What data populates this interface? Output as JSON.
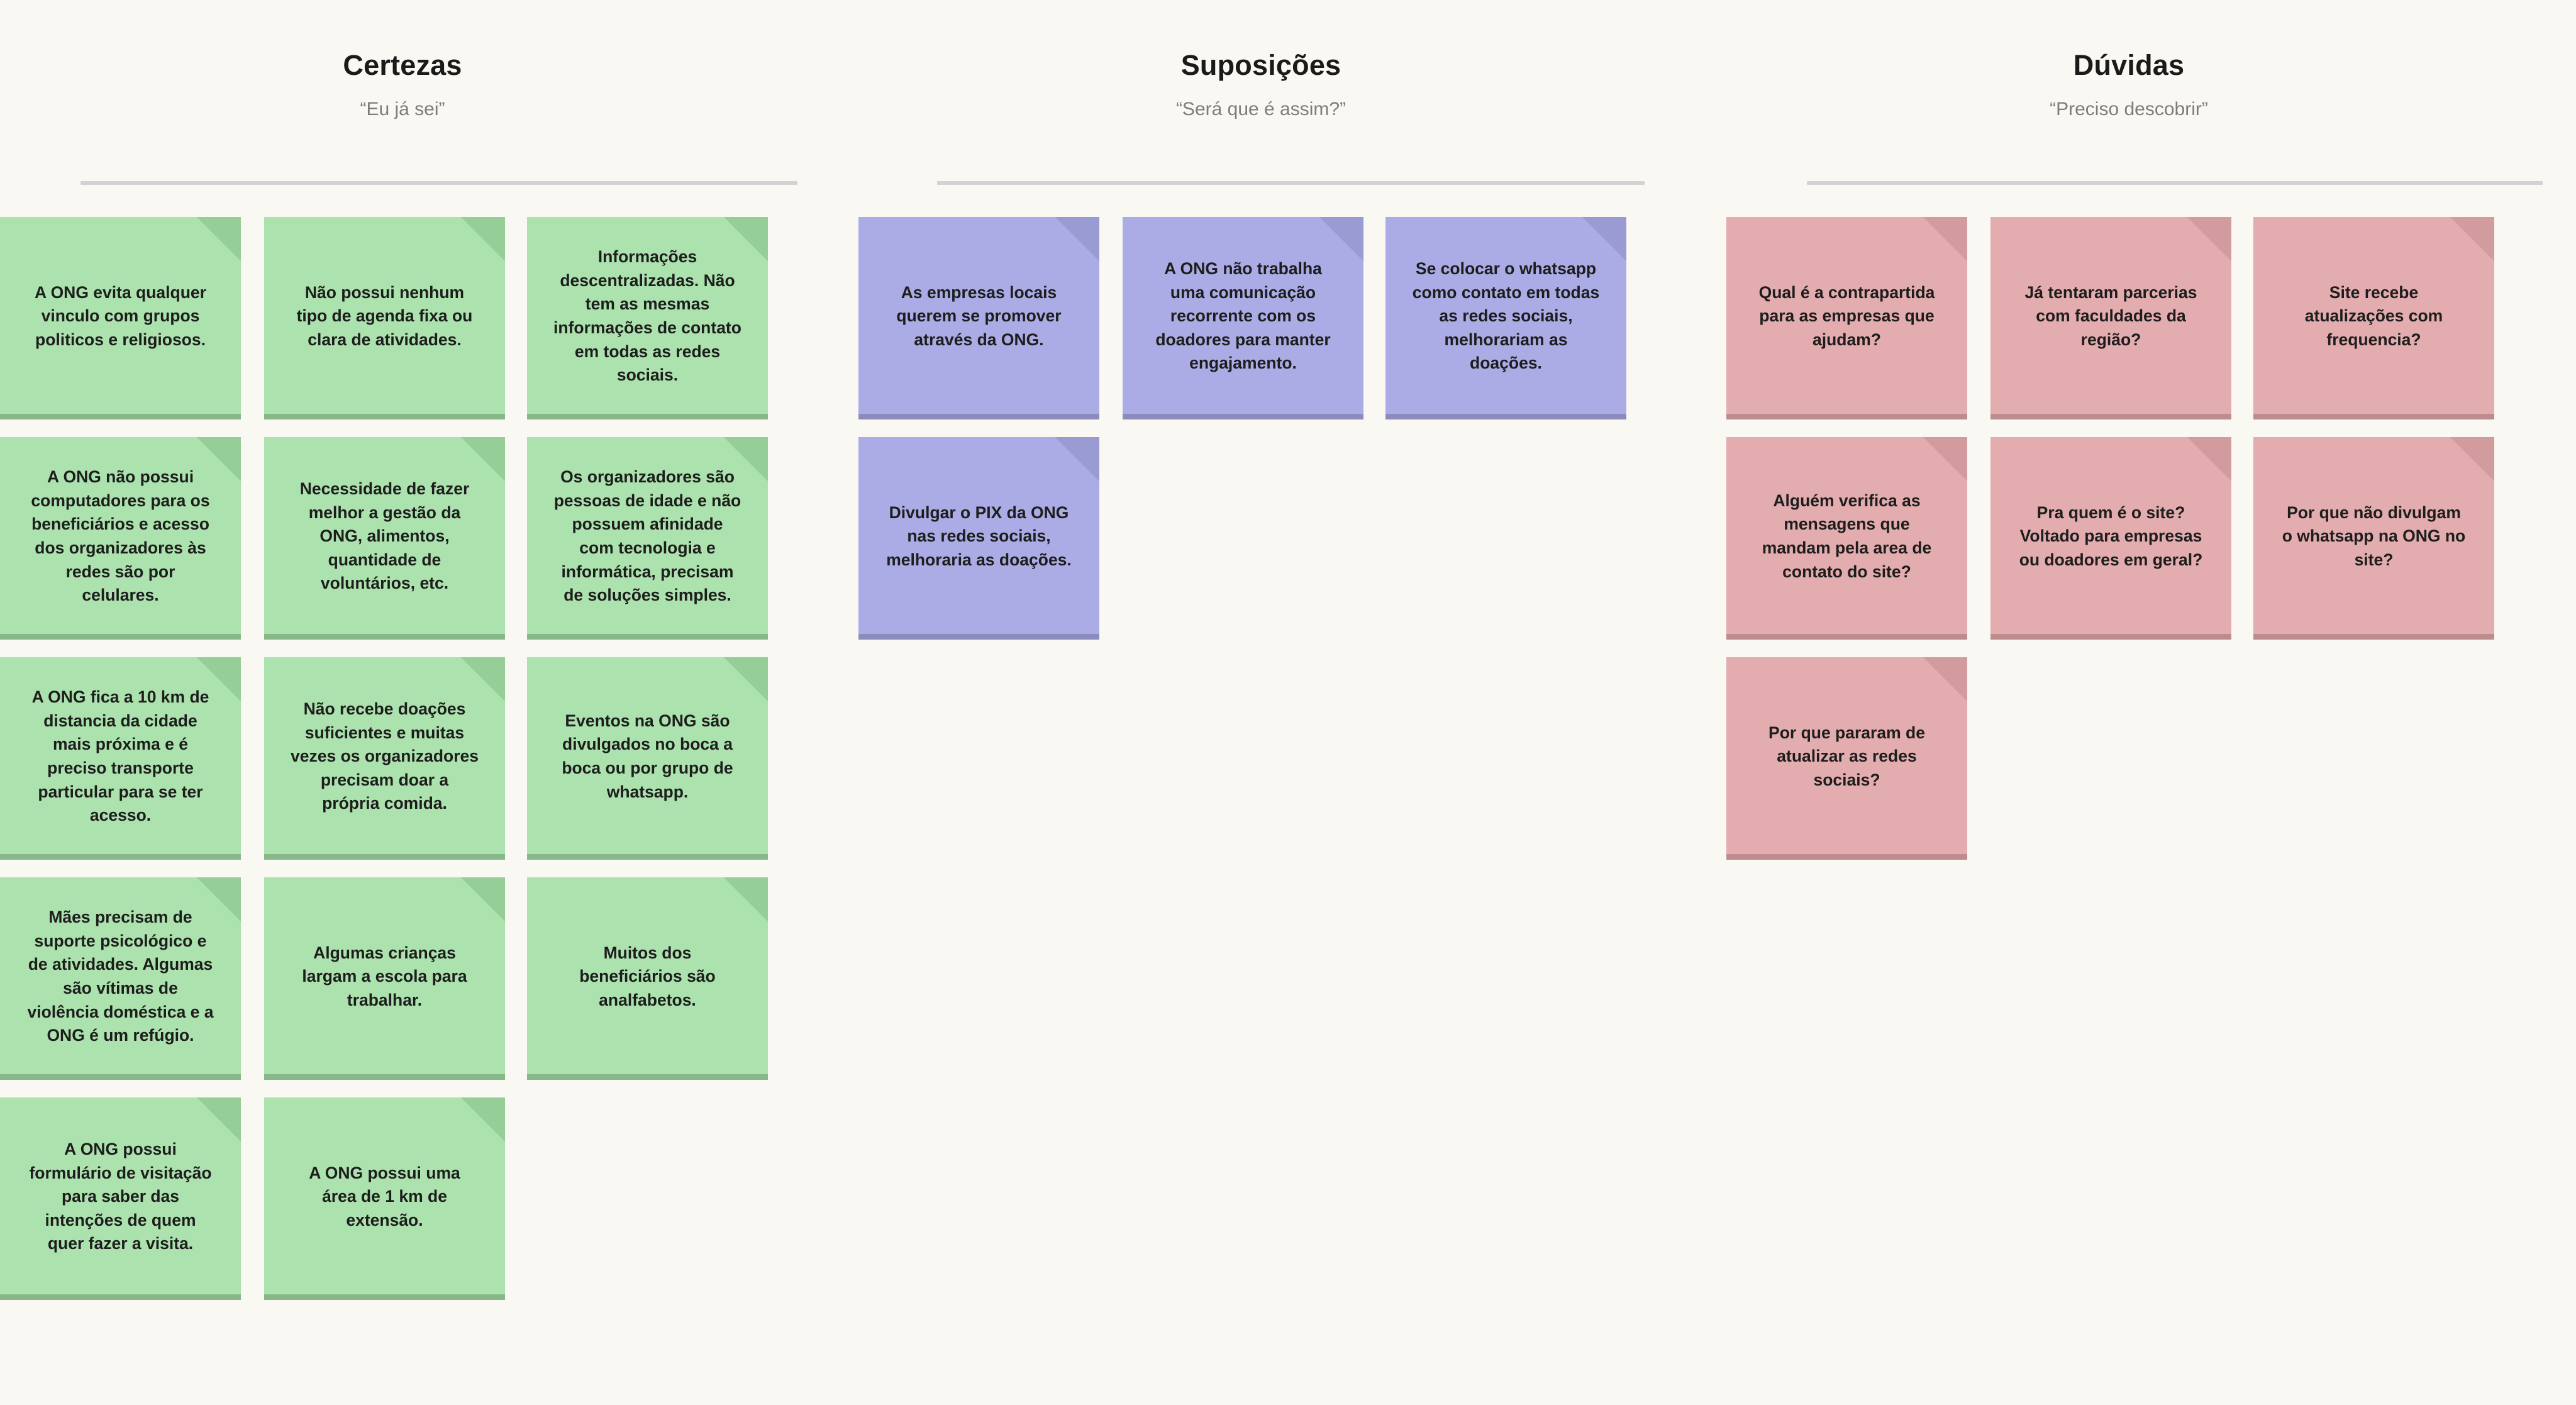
{
  "board": {
    "background_color": "#FAF8F3",
    "type": "csd-matrix"
  },
  "columns": [
    {
      "id": "certezas",
      "title": "Certezas",
      "subtitle": "“Eu já sei”",
      "color": "#ACE2AD",
      "fold_color": "#95CE96",
      "shadow_color": "#88B889",
      "cards": [
        {
          "row": 0,
          "col": 0,
          "text": "A ONG evita qualquer vinculo com grupos politicos e religiosos."
        },
        {
          "row": 0,
          "col": 1,
          "text": "Não possui nenhum tipo de agenda fixa ou clara de atividades."
        },
        {
          "row": 0,
          "col": 2,
          "text": "Informações descentralizadas. Não tem as mesmas informações de contato em todas as redes sociais."
        },
        {
          "row": 1,
          "col": 0,
          "text": "A ONG não possui computadores para os beneficiários e acesso dos organizadores às redes são por celulares."
        },
        {
          "row": 1,
          "col": 1,
          "text": "Necessidade de fazer melhor a gestão da ONG, alimentos, quantidade de voluntários, etc."
        },
        {
          "row": 1,
          "col": 2,
          "text": "Os organizadores são pessoas de idade e não possuem afinidade com tecnologia e informática, precisam de soluções simples."
        },
        {
          "row": 2,
          "col": 0,
          "text": "A ONG fica a 10 km de distancia da cidade mais próxima e é preciso transporte particular para se ter acesso."
        },
        {
          "row": 2,
          "col": 1,
          "text": "Não recebe doações suficientes e muitas vezes os organizadores precisam doar a própria comida."
        },
        {
          "row": 2,
          "col": 2,
          "text": "Eventos na ONG são divulgados no boca a boca ou por grupo de whatsapp."
        },
        {
          "row": 3,
          "col": 0,
          "text": "Mães precisam de suporte psicológico e de atividades. Algumas são vítimas de violência doméstica e a ONG é um refúgio."
        },
        {
          "row": 3,
          "col": 1,
          "text": "Algumas crianças largam a escola para trabalhar."
        },
        {
          "row": 3,
          "col": 2,
          "text": "Muitos dos beneficiários são analfabetos."
        },
        {
          "row": 4,
          "col": 0,
          "text": "A ONG possui formulário de visitação para saber das intenções de quem quer fazer a visita."
        },
        {
          "row": 4,
          "col": 1,
          "text": "A ONG possui uma área de 1 km de extensão."
        }
      ]
    },
    {
      "id": "suposicoes",
      "title": "Suposições",
      "subtitle": "“Será que é assim?”",
      "color": "#ABACE5",
      "fold_color": "#9A9BD2",
      "shadow_color": "#8B8CBC",
      "cards": [
        {
          "row": 0,
          "col": 0,
          "text": "As empresas locais querem se promover através da ONG."
        },
        {
          "row": 0,
          "col": 1,
          "text": "A ONG não trabalha uma comunicação recorrente com os doadores para manter engajamento."
        },
        {
          "row": 0,
          "col": 2,
          "text": "Se colocar o whatsapp como contato em todas as redes sociais, melhorariam as doações."
        },
        {
          "row": 1,
          "col": 0,
          "text": "Divulgar o PIX da ONG nas redes sociais, melhoraria as doações."
        }
      ]
    },
    {
      "id": "duvidas",
      "title": "Dúvidas",
      "subtitle": "“Preciso descobrir”",
      "color": "#E3ACAE",
      "fold_color": "#D29B9D",
      "shadow_color": "#BC8C8E",
      "cards": [
        {
          "row": 0,
          "col": 0,
          "text": "Qual é a contrapartida para as empresas que ajudam?"
        },
        {
          "row": 0,
          "col": 1,
          "text": "Já tentaram parcerias com faculdades da região?"
        },
        {
          "row": 0,
          "col": 2,
          "text": "Site recebe atualizações com frequencia?"
        },
        {
          "row": 1,
          "col": 0,
          "text": "Alguém verifica as mensagens que mandam pela area de contato do site?"
        },
        {
          "row": 1,
          "col": 1,
          "text": "Pra quem é o site? Voltado para empresas ou doadores em geral?"
        },
        {
          "row": 1,
          "col": 2,
          "text": "Por que não divulgam o whatsapp na ONG no site?"
        },
        {
          "row": 2,
          "col": 0,
          "text": "Por que pararam de atualizar as redes sociais?"
        }
      ]
    }
  ]
}
